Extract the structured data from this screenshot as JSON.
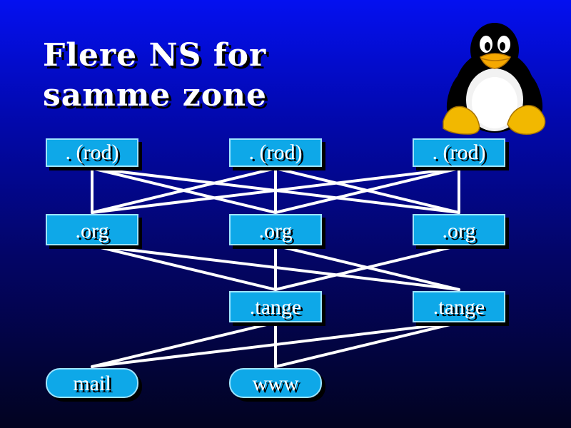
{
  "slide": {
    "title_line1": "Flere NS for",
    "title_line2": "samme zone",
    "logo": "tux-penguin-icon"
  },
  "nodes": {
    "root_left": ". (rod)",
    "root_center": ". (rod)",
    "root_right": ". (rod)",
    "org_left": ".org",
    "org_center": ".org",
    "org_right": ".org",
    "tange_center": ".tange",
    "tange_right": ".tange",
    "host_mail": "mail",
    "host_www": "www"
  },
  "colors": {
    "node_fill": "#0ea8e8",
    "node_border": "#9ee4ff",
    "edge": "#ffffff",
    "title": "#ffffff"
  }
}
